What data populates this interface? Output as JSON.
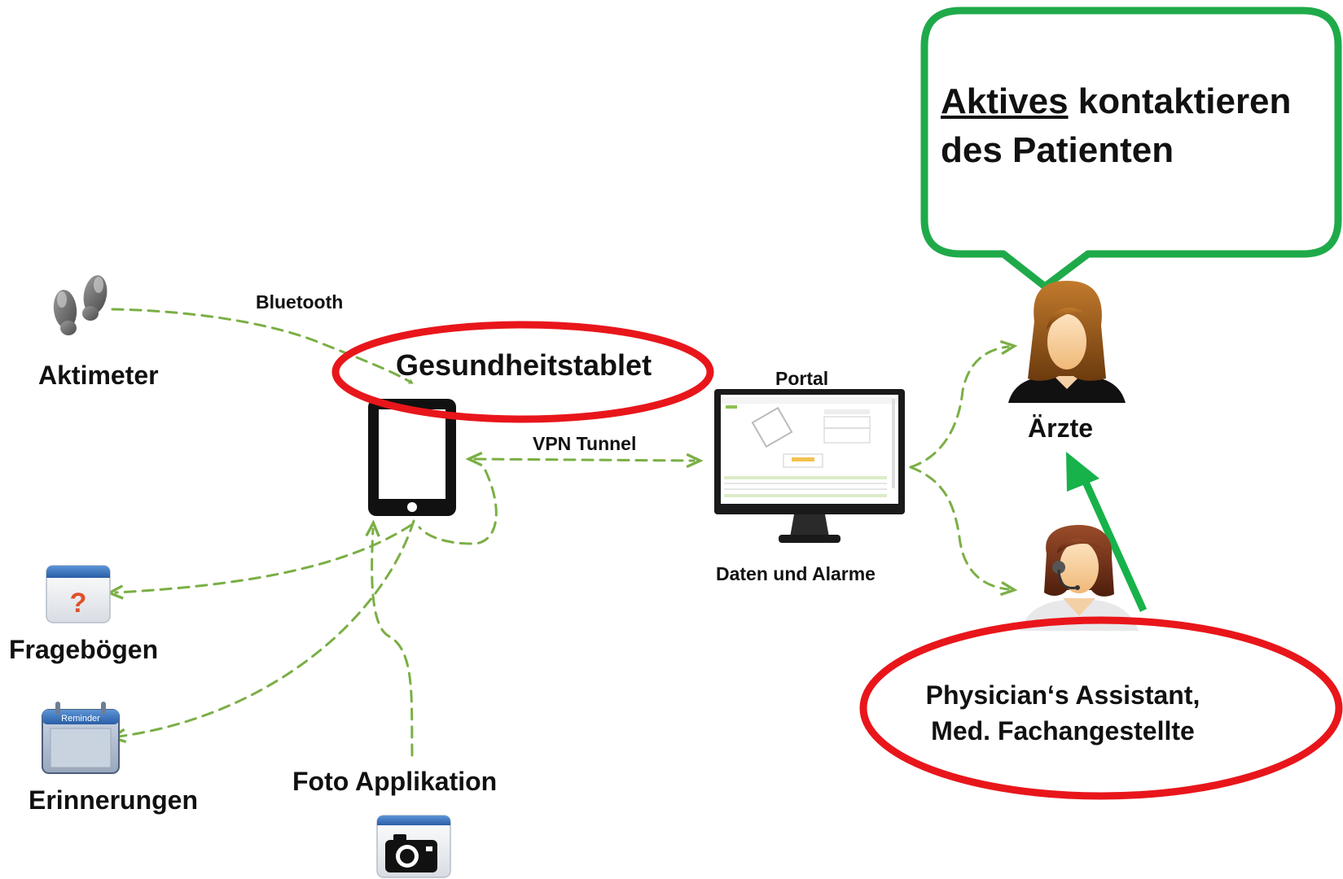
{
  "nodes": {
    "aktimeter": "Aktimeter",
    "tablet": "Gesundheitstablet",
    "portal": "Portal",
    "portal_caption": "Daten und Alarme",
    "aerzte": "Ärzte",
    "fragebogen": "Fragebögen",
    "erinnerungen": "Erinnerungen",
    "foto": "Foto Applikation",
    "assistant_line1": "Physician‘s Assistant,",
    "assistant_line2": "Med. Fachangestellte"
  },
  "edges": {
    "bluetooth": "Bluetooth",
    "vpn": "VPN Tunnel"
  },
  "callout": {
    "word_underlined": "Aktives",
    "rest_line1": " kontaktieren",
    "line2": "des Patienten"
  },
  "icons": {
    "reminder_label": "Reminder"
  },
  "colors": {
    "dash_arrow": "#7aaf45",
    "highlight_ring": "#e8161b",
    "callout_border": "#1faa4a",
    "up_arrow": "#17b24a"
  }
}
